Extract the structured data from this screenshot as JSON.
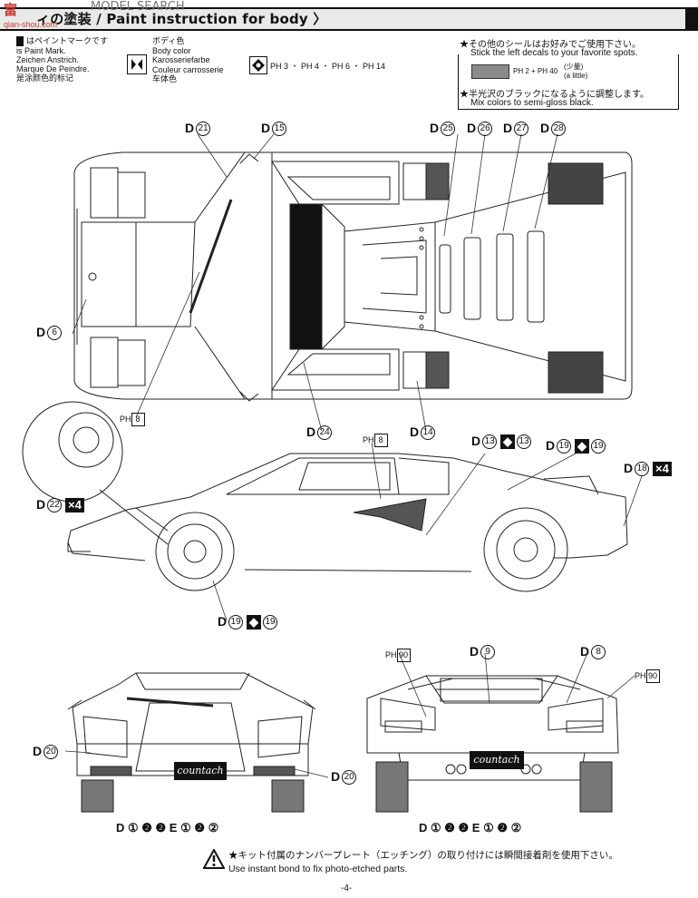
{
  "header": {
    "title": "ィの塗装 / Paint instruction for body 〉",
    "watermark_1": "富",
    "watermark_2": "MODEL SEARCH",
    "watermark_3": "qian-shou.com"
  },
  "legend": {
    "paint_mark_lines": [
      "はペイントマークです",
      "is Paint Mark.",
      "Zeichen Anstrich.",
      "Marque De Peindre.",
      "是涂颜色的标记"
    ],
    "body_color_lines": [
      "ボディ色",
      "Body color",
      "Karosseriefarbe",
      "Couleur carrosserie",
      "车体色"
    ],
    "mix_formula": "PH 3 ・ PH 4 ・ PH 6 ・ PH 14"
  },
  "right_notes": {
    "line1_jp": "★その他のシールはお好みでご使用下さい。",
    "line1_en": "Stick the left decals to your favorite spots.",
    "swatch_formula": "PH 2 + PH 40",
    "swatch_jp": "(少量)",
    "swatch_en": "(a little)",
    "line2_jp": "★半光沢のブラックになるように調整します。",
    "line2_en": "Mix colors to semi-gloss black."
  },
  "callouts": {
    "d21": "21",
    "d15": "15",
    "d25": "25",
    "d26": "26",
    "d27": "27",
    "d28": "28",
    "d6": "6",
    "ph8_top": "8",
    "d24": "24",
    "d14": "14",
    "ph8_side": "8",
    "d13": "13",
    "x13": "13",
    "d19a": "19",
    "x19a": "19",
    "d18": "18",
    "x4a": "×4",
    "d22": "22",
    "x4b": "×4",
    "d19b": "19",
    "x19b": "19",
    "ph90a": "90",
    "d9": "9",
    "d8": "8",
    "ph90b": "90",
    "d20a": "20",
    "d20b": "20",
    "front_plate": "D ① ❷ ❷ E ① ❷ ②",
    "rear_plate": "D ① ❷ ❷ E ① ❷ ②"
  },
  "badge_front": "countach",
  "badge_rear": "countach",
  "bottom_note": {
    "jp": "★キット付属のナンバープレート（エッチング）の取り付けには瞬間接着剤を使用下さい。",
    "en": "Use instant bond to fix photo-etched parts."
  },
  "page_number": "-4-"
}
